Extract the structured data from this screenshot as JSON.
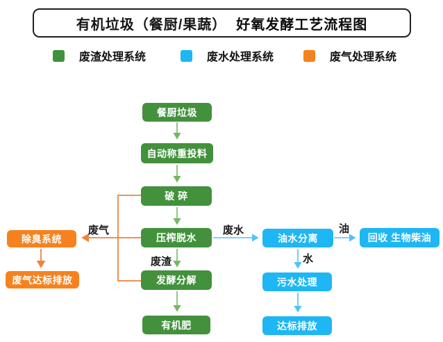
{
  "title": {
    "part1": "有机垃圾（餐厨/果蔬）",
    "part2": "好氧发酵工艺流程图"
  },
  "legend": {
    "items": [
      {
        "label": "废渣处理系统",
        "color": "#43913d"
      },
      {
        "label": "废水处理系统",
        "color": "#1fb6f4"
      },
      {
        "label": "废气处理系统",
        "color": "#f6821f"
      }
    ]
  },
  "flow": {
    "nodes": {
      "kitchen_waste": "餐厨垃圾",
      "auto_weigh_feed": "自动称重投料",
      "crush": "破 碎",
      "press_dewater": "压榨脱水",
      "ferment": "发酵分解",
      "organic_fertilizer": "有机肥",
      "deodorize": "除臭系统",
      "gas_discharge": "废气达标排放",
      "oil_water_sep": "油水分离",
      "biodiesel_recovery": "回收 生物柴油",
      "sewage_treat": "污水处理",
      "water_discharge": "达标排放"
    },
    "edge_labels": {
      "waste_gas": "废气",
      "waste_water": "废水",
      "waste_residue": "废渣",
      "oil": "油",
      "water": "水"
    }
  },
  "colors": {
    "node_green": "#43913d",
    "node_blue": "#1fb6f4",
    "node_orange": "#f6821f",
    "arrow_green": "#74b765",
    "arrow_blue": "#4fc3f7",
    "arrow_orange": "#f0823a",
    "title_border": "#202020"
  }
}
